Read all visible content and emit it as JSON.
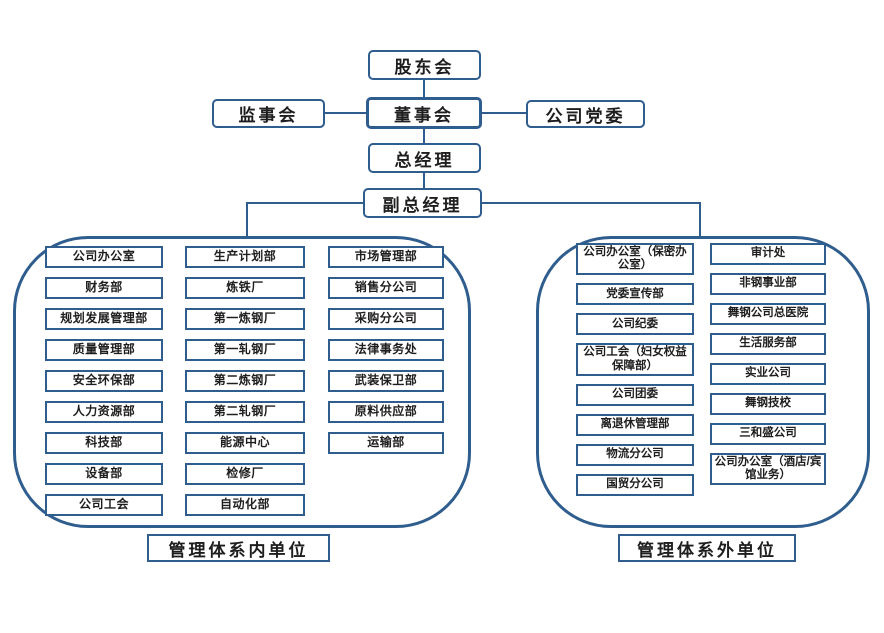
{
  "top_nodes": {
    "shareholders": "股东会",
    "supervisory_board": "监事会",
    "board_of_directors": "董事会",
    "party_committee": "公司党委",
    "general_manager": "总经理",
    "deputy_general_manager": "副总经理"
  },
  "left_panel": {
    "caption": "管理体系内单位",
    "columns": [
      {
        "items": [
          "公司办公室",
          "财务部",
          "规划发展管理部",
          "质量管理部",
          "安全环保部",
          "人力资源部",
          "科技部",
          "设备部",
          "公司工会"
        ]
      },
      {
        "items": [
          "生产计划部",
          "炼铁厂",
          "第一炼钢厂",
          "第一轧钢厂",
          "第二炼钢厂",
          "第二轧钢厂",
          "能源中心",
          "检修厂",
          "自动化部"
        ]
      },
      {
        "items": [
          "市场管理部",
          "销售分公司",
          "采购分公司",
          "法律事务处",
          "武装保卫部",
          "原料供应部",
          "运输部"
        ]
      }
    ]
  },
  "right_panel": {
    "caption": "管理体系外单位",
    "columns": [
      {
        "items": [
          "公司办公室（保密办公室）",
          "党委宣传部",
          "公司纪委",
          "公司工会（妇女权益保障部）",
          "公司团委",
          "离退休管理部",
          "物流分公司",
          "国贸分公司"
        ]
      },
      {
        "items": [
          "审计处",
          "非钢事业部",
          "舞钢公司总医院",
          "生活服务部",
          "实业公司",
          "舞钢技校",
          "三和盛公司",
          "公司办公室（酒店/宾馆业务）"
        ]
      }
    ]
  },
  "colors": {
    "border": "#2f5d8e",
    "line": "#2f5d8e",
    "text": "#1e1e1e",
    "background": "#ffffff"
  }
}
